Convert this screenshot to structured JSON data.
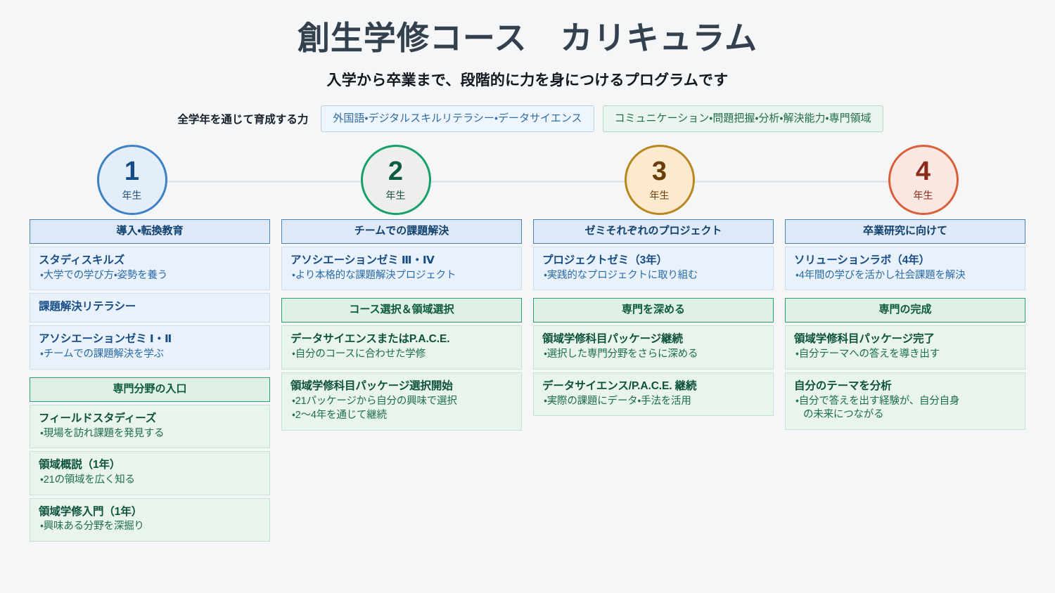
{
  "header": {
    "title": "創生学修コース　カリキュラム",
    "subtitle": "入学から卒業まで、段階的に力を身につけるプログラムです"
  },
  "skills": {
    "label": "全学年を通じて育成する力",
    "badges": [
      {
        "text": "外国語・デジタルスキルリテラシー・データサイエンス",
        "color": "#2f6da6"
      },
      {
        "text": "コミュニケーション・問題把握・分析・解決能力・専門領域",
        "color": "#216c4d"
      }
    ]
  },
  "years": [
    {
      "num": "1",
      "suffix": "年生",
      "accent": "#3f82c4"
    },
    {
      "num": "2",
      "suffix": "年生",
      "accent": "#17a06a"
    },
    {
      "num": "3",
      "suffix": "年生",
      "accent": "#b9861f"
    },
    {
      "num": "4",
      "suffix": "年生",
      "accent": "#d95f39"
    }
  ],
  "columns": [
    {
      "groups": [
        {
          "header": "導入・転換教育",
          "cards": [
            {
              "title": "スタディスキルズ",
              "bullets": [
                "・大学での学び方・姿勢を養う"
              ]
            },
            {
              "title": "課題解決リテラシー",
              "bullets": []
            },
            {
              "title": "アソシエーションゼミ Ⅰ・Ⅱ",
              "bullets": [
                "・チームでの課題解決を学ぶ"
              ]
            }
          ]
        },
        {
          "header": "専門分野の入口",
          "cards": [
            {
              "title": "フィールドスタディーズ",
              "bullets": [
                "・現場を訪れ課題を発見する"
              ]
            },
            {
              "title": "領域概説（1年）",
              "bullets": [
                "・21の領域を広く知る"
              ]
            },
            {
              "title": "領域学修入門（1年）",
              "bullets": [
                "・興味ある分野を深掘り"
              ]
            }
          ]
        }
      ]
    },
    {
      "groups": [
        {
          "header": "チームでの課題解決",
          "cards": [
            {
              "title": "アソシエーションゼミ Ⅲ・Ⅳ",
              "bullets": [
                "・より本格的な課題解決プロジェクト"
              ]
            }
          ]
        },
        {
          "header": "コース選択＆領域選択",
          "cards": [
            {
              "title": "データサイエンスまたはP.A.C.E.",
              "bullets": [
                "・自分のコースに合わせた学修"
              ]
            },
            {
              "title": "領域学修科目パッケージ選択開始",
              "bullets": [
                "・21パッケージから自分の興味で選択",
                "・2〜4年を通じて継続"
              ]
            }
          ]
        }
      ]
    },
    {
      "groups": [
        {
          "header": "ゼミそれぞれのプロジェクト",
          "cards": [
            {
              "title": "プロジェクトゼミ（3年）",
              "bullets": [
                "・実践的なプロジェクトに取り組む"
              ]
            }
          ]
        },
        {
          "header": "専門を深める",
          "cards": [
            {
              "title": "領域学修科目パッケージ継続",
              "bullets": [
                "・選択した専門分野をさらに深める"
              ]
            },
            {
              "title": "データサイエンス/P.A.C.E. 継続",
              "bullets": [
                "・実際の課題にデータ・手法を活用"
              ]
            }
          ]
        }
      ]
    },
    {
      "groups": [
        {
          "header": "卒業研究に向けて",
          "cards": [
            {
              "title": "ソリューションラボ（4年）",
              "bullets": [
                "・4年間の学びを活かし社会課題を解決"
              ]
            }
          ]
        },
        {
          "header": "専門の完成",
          "cards": [
            {
              "title": "領域学修科目パッケージ完了",
              "bullets": [
                "・自分テーマへの答えを導き出す"
              ]
            },
            {
              "title": "自分のテーマを分析",
              "bullets": [
                "・自分で答えを出す経験が、自分自身\nの未来につながる"
              ]
            }
          ]
        }
      ]
    }
  ]
}
